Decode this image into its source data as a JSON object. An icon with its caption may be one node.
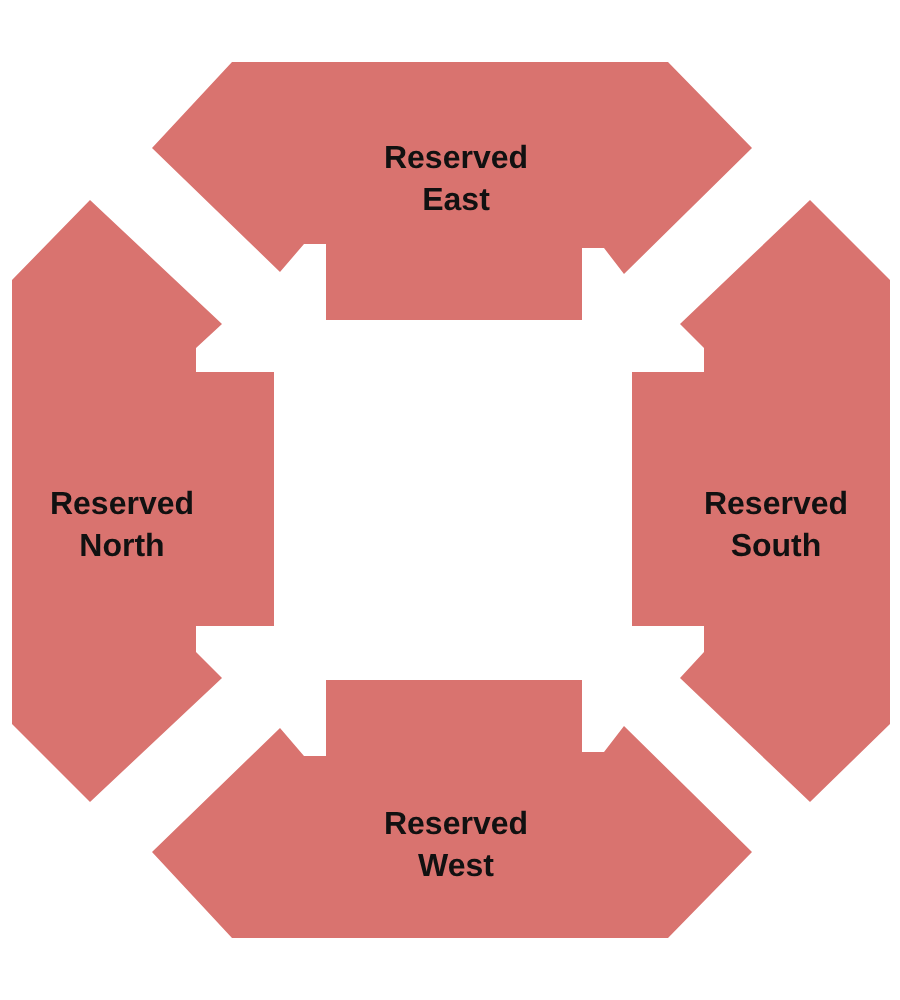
{
  "diagram": {
    "nodes": [
      {
        "text": [
          "Reserved East"
        ]
      },
      {
        "text": [
          "Reserved North"
        ]
      },
      {
        "text": [
          "Reserved South"
        ]
      },
      {
        "text": [
          "Reserved West"
        ]
      }
    ]
  }
}
